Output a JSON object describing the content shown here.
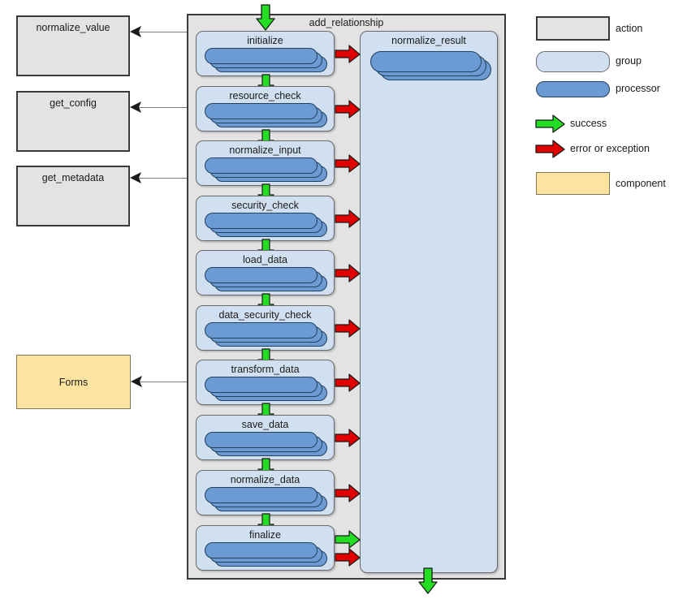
{
  "diagram": {
    "container": {
      "title": "add_relationship",
      "type": "action"
    },
    "pipeline_steps": [
      {
        "label": "initialize",
        "processors": 3,
        "out_success": true,
        "out_error": true
      },
      {
        "label": "resource_check",
        "processors": 3,
        "out_success": true,
        "out_error": true
      },
      {
        "label": "normalize_input",
        "processors": 3,
        "out_success": true,
        "out_error": true
      },
      {
        "label": "security_check",
        "processors": 3,
        "out_success": true,
        "out_error": true
      },
      {
        "label": "load_data",
        "processors": 3,
        "out_success": true,
        "out_error": true
      },
      {
        "label": "data_security_check",
        "processors": 3,
        "out_success": true,
        "out_error": true
      },
      {
        "label": "transform_data",
        "processors": 3,
        "out_success": true,
        "out_error": true
      },
      {
        "label": "save_data",
        "processors": 3,
        "out_success": true,
        "out_error": true
      },
      {
        "label": "normalize_data",
        "processors": 3,
        "out_success": true,
        "out_error": true
      },
      {
        "label": "finalize",
        "processors": 3,
        "out_success": true,
        "out_error": true
      }
    ],
    "result_group": {
      "label": "normalize_result",
      "processors": 3
    },
    "actions": [
      {
        "label": "normalize_value"
      },
      {
        "label": "get_config"
      },
      {
        "label": "get_metadata"
      }
    ],
    "components": [
      {
        "label": "Forms"
      }
    ]
  },
  "legend": {
    "items": [
      {
        "label": "action",
        "kind": "action"
      },
      {
        "label": "group",
        "kind": "group"
      },
      {
        "label": "processor",
        "kind": "processor"
      },
      {
        "label": "success",
        "kind": "arrow-success"
      },
      {
        "label": "error or exception",
        "kind": "arrow-error"
      },
      {
        "label": "component",
        "kind": "component"
      }
    ]
  },
  "colors": {
    "action_fill": "#e3e3e3",
    "action_stroke": "#3a3a3a",
    "group_fill": "#d1e0f0",
    "group_stroke": "#6a6a6a",
    "processor_fill": "#6b9bd2",
    "processor_stroke": "#21405e",
    "component_fill": "#fce3a0",
    "component_stroke": "#80765c",
    "success_arrow": "#22dd22",
    "error_arrow": "#e00000",
    "connector": "#7a7a7a"
  }
}
